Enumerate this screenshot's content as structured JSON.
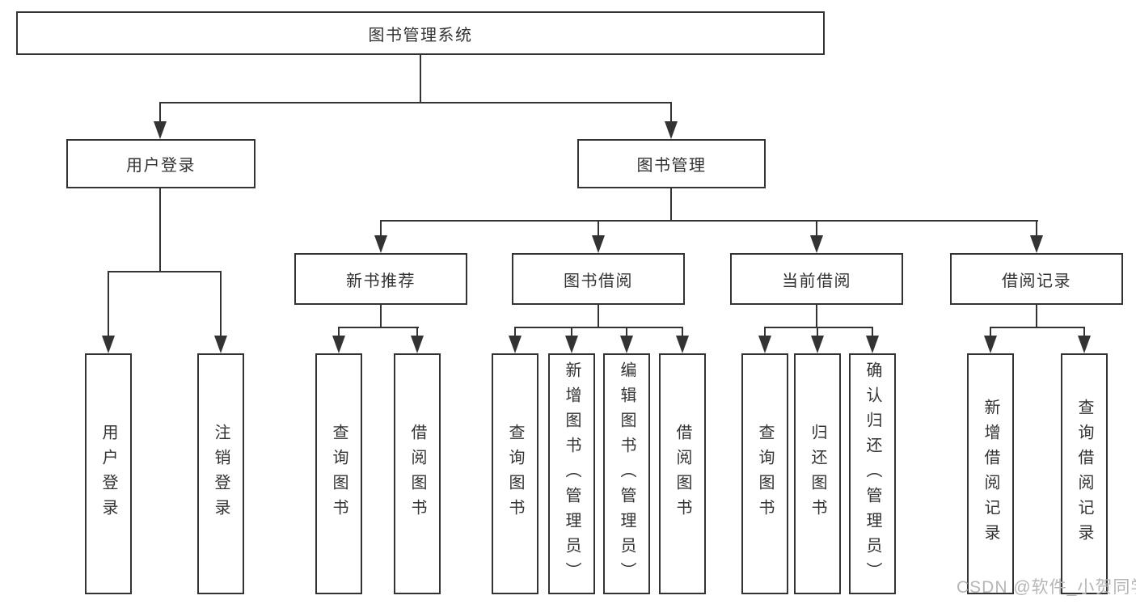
{
  "colors": {
    "line": "#333333",
    "text": "#333333",
    "watermark": "#b6b6b6",
    "background": "#ffffff"
  },
  "tree": {
    "root": {
      "label": "图书管理系统"
    },
    "branches": [
      {
        "label": "用户登录",
        "children": [
          {
            "label": "用户登录"
          },
          {
            "label": "注销登录"
          }
        ]
      },
      {
        "label": "图书管理",
        "children": [
          {
            "label": "新书推荐",
            "children": [
              {
                "label": "查询图书"
              },
              {
                "label": "借阅图书"
              }
            ]
          },
          {
            "label": "图书借阅",
            "children": [
              {
                "label": "查询图书"
              },
              {
                "label": "新增图书（管理员）"
              },
              {
                "label": "编辑图书（管理员）"
              },
              {
                "label": "借阅图书"
              }
            ]
          },
          {
            "label": "当前借阅",
            "children": [
              {
                "label": "查询图书"
              },
              {
                "label": "归还图书"
              },
              {
                "label": "确认归还（管理员）"
              }
            ]
          },
          {
            "label": "借阅记录",
            "children": [
              {
                "label": "新增借阅记录"
              },
              {
                "label": "查询借阅记录"
              }
            ]
          }
        ]
      }
    ]
  },
  "watermark": {
    "text": "CSDN @软件_小贺同学"
  }
}
